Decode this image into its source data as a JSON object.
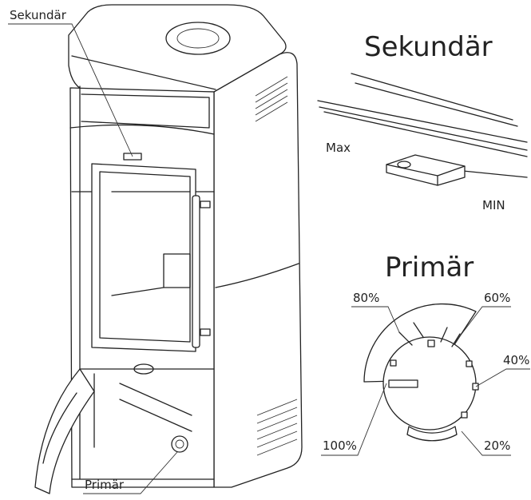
{
  "stove": {
    "label_secondary": "Sekundär",
    "label_primary": "Primär"
  },
  "secondary_detail": {
    "title": "Sekundär",
    "max_label": "Max",
    "min_label": "MIN"
  },
  "primary_detail": {
    "title": "Primär",
    "settings": [
      "80%",
      "60%",
      "40%",
      "20%",
      "100%"
    ]
  }
}
